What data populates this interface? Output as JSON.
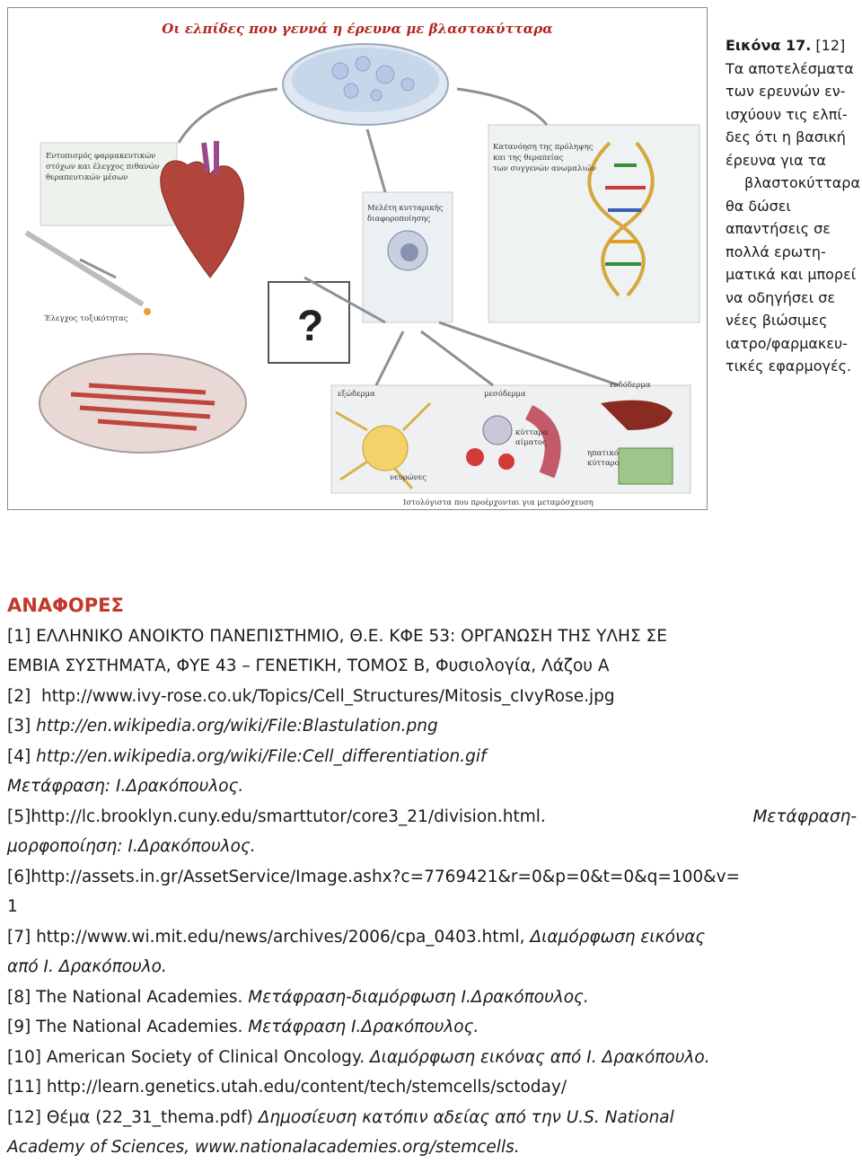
{
  "figure": {
    "title": "Οι ελπίδες που γεννά η έρευνα με βλαστοκύτταρα",
    "labels": {
      "drug_targets": [
        "Εντοπισμός φαρμακευτικών",
        "στόχων και έλεγχος πιθανών",
        "θεραπευτικών μέσων"
      ],
      "toxicity": "Έλεγχος τοξικότητας",
      "development": [
        "Μελέτη κυτταρικής",
        "διαφοροποίησης"
      ],
      "prevention": [
        "Κατανόηση της πρόληψης",
        "και της θεραπείας",
        "των συγγενών ανωμαλιών"
      ],
      "question": "?",
      "ectoderm": "εξώδερμα",
      "mesoderm": "μεσόδερμα",
      "endoderm": "ενδόδερμα",
      "blood": [
        "κύτταρα",
        "αίματος"
      ],
      "neurons": "νευρώνες",
      "liver": [
        "ηπατικό",
        "κύτταρο"
      ],
      "bottom": "Ιστολόγιστα που προέρχονται για μεταμόσχευση"
    }
  },
  "caption": {
    "label": "Εικόνα 17.",
    "ref": "[12]",
    "lines": [
      "Τα αποτελέσματα",
      "των ερευνών εν-",
      "ισχύουν τις ελπί-",
      "δες ότι η βασική",
      "έρευνα για τα",
      "βλαστοκύτταρα",
      "θα δώσει",
      "απαντήσεις σε",
      "πολλά ερωτη-",
      "ματικά και μπορεί",
      "να οδηγήσει σε",
      "νέες βιώσιμες",
      "ιατρο/φαρμακευ-",
      "τικές εφαρμογές."
    ]
  },
  "references": {
    "heading": "ΑΝΑΦΟΡΕΣ",
    "r1a": "[1] ΕΛΛΗΝΙΚΟ ΑΝΟΙΚΤΟ ΠΑΝΕΠΙΣΤΗΜΙΟ, Θ.Ε. ΚΦΕ 53: ΟΡΓΑΝΩΣΗ ΤΗΣ ΥΛΗΣ ΣΕ",
    "r1b": "ΕΜΒΙΑ ΣΥΣΤΗΜΑΤΑ, ΦΥΕ 43 – ΓΕΝΕΤΙΚΗ, ΤΟΜΟΣ Β, Φυσιολογία, Λάζου Α",
    "r2_num": "[2]",
    "r2": "http://www.ivy-rose.co.uk/Topics/Cell_Structures/Mitosis_cIvyRose.jpg",
    "r3_num": "[3]",
    "r3": "http://en.wikipedia.org/wiki/File:Blastulation.png",
    "r4_num": "[4]",
    "r4": "http://en.wikipedia.org/wiki/File:Cell_differentiation.gif",
    "r4_trans": "Μετάφραση: Ι.Δρακόπουλος.",
    "r5": "[5]http://lc.brooklyn.cuny.edu/smarttutor/core3_21/division.html.",
    "r5_trans_a": "Μετάφραση-",
    "r5_trans_b": "μορφοποίηση: Ι.Δρακόπουλος.",
    "r6a": "[6]http://assets.in.gr/AssetService/Image.ashx?c=7769421&r=0&p=0&t=0&q=100&v=",
    "r6b": "1",
    "r7a": "[7] http://www.wi.mit.edu/news/archives/2006/cpa_0403.html,",
    "r7b": "Διαμόρφωση εικόνας",
    "r7c": "από Ι. Δρακόπουλο.",
    "r8a": "[8] The National Academies.",
    "r8b": "Μετάφραση-διαμόρφωση Ι.Δρακόπουλος.",
    "r9a": "[9] The National Academies.",
    "r9b": "Μετάφραση Ι.Δρακόπουλος.",
    "r10a": "[10] American Society of Clinical Oncology.",
    "r10b": "Διαμόρφωση εικόνας από Ι. Δρακόπουλο.",
    "r11": "[11] http://learn.genetics.utah.edu/content/tech/stemcells/sctoday/",
    "r12a": "[12] Θέμα (22_31_thema.pdf)",
    "r12b": "Δημοσίευση κατόπιν αδείας από την U.S. National",
    "r12c": "Academy of Sciences, www.nationalacademies.org/stemcells."
  },
  "colors": {
    "heading": "#c0392b",
    "fig_title": "#b3261e",
    "frame": "#8a8a8a"
  }
}
